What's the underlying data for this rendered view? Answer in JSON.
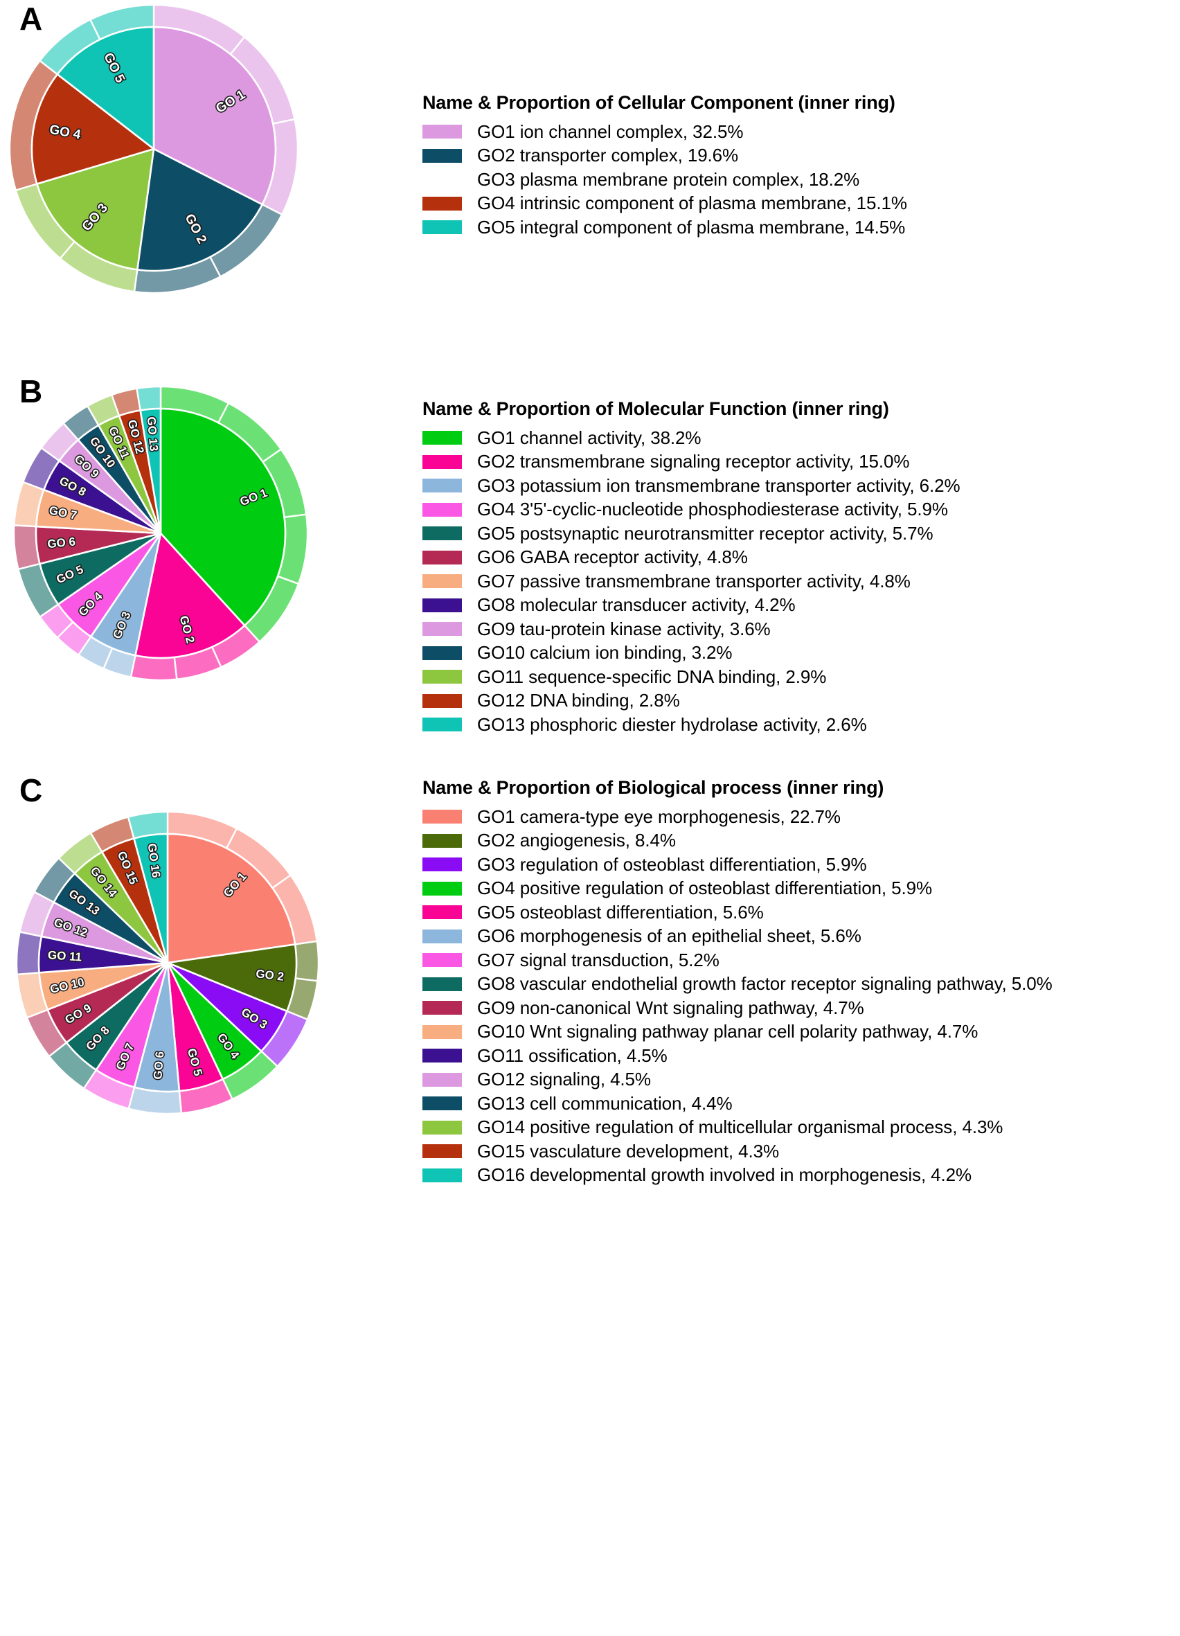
{
  "figure": {
    "background": "#ffffff",
    "panels": [
      "A",
      "B",
      "C"
    ]
  },
  "panel_a": {
    "letter": "A",
    "legend_title": "Name & Proportion of Cellular Component (inner ring)",
    "entries": [
      {
        "key": "GO 1",
        "color": "#DD99E0",
        "label": "GO1 ion channel complex, 32.5%",
        "name": "ion channel complex",
        "value": 32.5
      },
      {
        "key": "GO 2",
        "color": "#0D4D66",
        "label": "GO2 transporter complex, 19.6%",
        "name": "transporter complex",
        "value": 19.6
      },
      {
        "key": "GO 3",
        "color": "#8DC councils",
        "label": "GO3 plasma membrane protein complex, 18.2%",
        "name": "plasma membrane protein complex",
        "value": 18.2
      },
      {
        "key": "GO 4",
        "color": "#B5300C",
        "label": "GO4 intrinsic component of plasma membrane, 15.1%",
        "name": "intrinsic component of plasma membrane",
        "value": 15.1
      },
      {
        "key": "GO 5",
        "color": "#10C4B5",
        "label": "GO5 integral component of plasma membrane, 14.5%",
        "name": "integral component of plasma membrane",
        "value": 14.5
      }
    ]
  },
  "panel_b": {
    "letter": "B",
    "legend_title": "Name & Proportion of Molecular Function (inner ring)",
    "entries": [
      {
        "key": "GO 1",
        "color": "#00CC11",
        "label": "GO1 channel activity, 38.2%",
        "name": "channel activity",
        "value": 38.2
      },
      {
        "key": "GO 2",
        "color": "#FA0496",
        "label": "GO2 transmembrane signaling receptor activity, 15.0%",
        "name": "transmembrane signaling receptor activity",
        "value": 15.0
      },
      {
        "key": "GO 3",
        "color": "#8DB6DC",
        "label": "GO3 potassium ion transmembrane transporter activity, 6.2%",
        "name": "potassium ion transmembrane transporter activity",
        "value": 6.2
      },
      {
        "key": "GO 4",
        "color": "#FA57E5",
        "label": "GO4 3'5'-cyclic-nucleotide phosphodiesterase activity, 5.9%",
        "name": "3'5'-cyclic-nucleotide phosphodiesterase activity",
        "value": 5.9
      },
      {
        "key": "GO 5",
        "color": "#0E6B62",
        "label": "GO5 postsynaptic neurotransmitter receptor activity, 5.7%",
        "name": "postsynaptic neurotransmitter receptor activity",
        "value": 5.7
      },
      {
        "key": "GO 6",
        "color": "#B52A55",
        "label": "GO6 GABA receptor activity, 4.8%",
        "name": "GABA receptor activity",
        "value": 4.8
      },
      {
        "key": "GO 7",
        "color": "#F8AD80",
        "label": "GO7 passive transmembrane transporter activity, 4.8%",
        "name": "passive transmembrane transporter activity",
        "value": 4.8
      },
      {
        "key": "GO 8",
        "color": "#3B1191",
        "label": "GO8 molecular transducer activity, 4.2%",
        "name": "molecular transducer activity",
        "value": 4.2
      },
      {
        "key": "GO 9",
        "color": "#DD99E0",
        "label": "GO9 tau-protein kinase activity, 3.6%",
        "name": "tau-protein kinase activity",
        "value": 3.6
      },
      {
        "key": "GO 10",
        "color": "#0D4D66",
        "label": "GO10 calcium ion binding, 3.2%",
        "name": "calcium ion binding",
        "value": 3.2
      },
      {
        "key": "GO 11",
        "color": "#8DC63F",
        "label": "GO11 sequence-specific DNA binding, 2.9%",
        "name": "sequence-specific DNA binding",
        "value": 2.9
      },
      {
        "key": "GO 12",
        "color": "#B5300C",
        "label": "GO12 DNA binding, 2.8%",
        "name": "DNA binding",
        "value": 2.8
      },
      {
        "key": "GO 13",
        "color": "#10C4B5",
        "label": "GO13 phosphoric diester hydrolase activity, 2.6%",
        "name": "phosphoric diester hydrolase activity",
        "value": 2.6
      }
    ]
  },
  "panel_c": {
    "letter": "C",
    "legend_title": "Name & Proportion of Biological process (inner ring)",
    "entries": [
      {
        "key": "GO 1",
        "color": "#FA8072",
        "label": "GO1 camera-type eye morphogenesis, 22.7%",
        "name": "camera-type eye morphogenesis",
        "value": 22.7
      },
      {
        "key": "GO 2",
        "color": "#4B6B0A",
        "label": "GO2 angiogenesis, 8.4%",
        "name": "angiogenesis",
        "value": 8.4
      },
      {
        "key": "GO 3",
        "color": "#8A0CF5",
        "label": "GO3 regulation of osteoblast differentiation, 5.9%",
        "name": "regulation of osteoblast differentiation",
        "value": 5.9
      },
      {
        "key": "GO 4",
        "color": "#00CC11",
        "label": "GO4 positive regulation of osteoblast differentiation, 5.9%",
        "name": "positive regulation of osteoblast differentiation",
        "value": 5.9
      },
      {
        "key": "GO 5",
        "color": "#FA0496",
        "label": "GO5 osteoblast differentiation, 5.6%",
        "name": "osteoblast differentiation",
        "value": 5.6
      },
      {
        "key": "GO 6",
        "color": "#8DB6DC",
        "label": "GO6 morphogenesis of an epithelial sheet, 5.6%",
        "name": "morphogenesis of an epithelial sheet",
        "value": 5.6
      },
      {
        "key": "GO 7",
        "color": "#FA57E5",
        "label": "GO7 signal transduction, 5.2%",
        "name": "signal transduction",
        "value": 5.2
      },
      {
        "key": "GO 8",
        "color": "#0E6B62",
        "label": "GO8 vascular endothelial growth factor receptor signaling pathway, 5.0%",
        "name": "vascular endothelial growth factor receptor signaling pathway",
        "value": 5.0
      },
      {
        "key": "GO 9",
        "color": "#B52A55",
        "label": "GO9 non-canonical Wnt signaling pathway, 4.7%",
        "name": "non-canonical Wnt signaling pathway",
        "value": 4.7
      },
      {
        "key": "GO 10",
        "color": "#F8AD80",
        "label": "GO10 Wnt signaling pathway planar cell polarity pathway, 4.7%",
        "name": "Wnt signaling pathway planar cell polarity pathway",
        "value": 4.7
      },
      {
        "key": "GO 11",
        "color": "#3B1191",
        "label": "GO11 ossification, 4.5%",
        "name": "ossification",
        "value": 4.5
      },
      {
        "key": "GO 12",
        "color": "#DD99E0",
        "label": "GO12 signaling, 4.5%",
        "name": "signaling",
        "value": 4.5
      },
      {
        "key": "GO 13",
        "color": "#0D4D66",
        "label": "GO13 cell communication, 4.4%",
        "name": "cell communication",
        "value": 4.4
      },
      {
        "key": "GO 14",
        "color": "#8DC63F",
        "label": "GO14 positive regulation of multicellular organismal process, 4.3%",
        "name": "positive regulation of multicellular organismal process",
        "value": 4.3
      },
      {
        "key": "GO 15",
        "color": "#B5300C",
        "label": "GO15 vasculature development, 4.3%",
        "name": "vasculature development",
        "value": 4.3
      },
      {
        "key": "GO 16",
        "color": "#10C4B5",
        "label": "GO16 developmental growth involved in morphogenesis, 4.2%",
        "name": "developmental growth involved in morphogenesis",
        "value": 4.2
      }
    ]
  },
  "chart_data": [
    {
      "type": "pie",
      "panel": "A",
      "title": "Name & Proportion of Cellular Component (inner ring)",
      "note": "Two-ring donut: inner ring = GO term proportion, outer ring = sub-divided gene counts",
      "categories": [
        "ion channel complex",
        "transporter complex",
        "plasma membrane protein complex",
        "intrinsic component of plasma membrane",
        "integral component of plasma membrane"
      ],
      "values": [
        32.5,
        19.6,
        18.2,
        15.1,
        14.5
      ],
      "labels": [
        "GO 1",
        "GO 2",
        "GO 3",
        "GO 4",
        "GO 5"
      ],
      "colors": [
        "#DD99E0",
        "#0D4D66",
        "#8DC63F",
        "#B5300C",
        "#10C4B5"
      ],
      "outer_subdivisions": [
        3,
        2,
        2,
        1,
        2
      ],
      "start_angle": 0,
      "legend_position": "right"
    },
    {
      "type": "pie",
      "panel": "B",
      "title": "Name & Proportion of Molecular Function (inner ring)",
      "note": "Two-ring donut: inner ring = GO term proportion, outer ring = sub-divided gene counts",
      "categories": [
        "channel activity",
        "transmembrane signaling receptor activity",
        "potassium ion transmembrane transporter activity",
        "3'5'-cyclic-nucleotide phosphodiesterase activity",
        "postsynaptic neurotransmitter receptor activity",
        "GABA receptor activity",
        "passive transmembrane transporter activity",
        "molecular transducer activity",
        "tau-protein kinase activity",
        "calcium ion binding",
        "sequence-specific DNA binding",
        "DNA binding",
        "phosphoric diester hydrolase activity"
      ],
      "values": [
        38.2,
        15.0,
        6.2,
        5.9,
        5.7,
        4.8,
        4.8,
        4.2,
        3.6,
        3.2,
        2.9,
        2.8,
        2.6
      ],
      "labels": [
        "GO 1",
        "GO 2",
        "GO 3",
        "GO 4",
        "GO 5",
        "GO 6",
        "GO 7",
        "GO 8",
        "GO 9",
        "GO 10",
        "GO 11",
        "GO 12",
        "GO 13"
      ],
      "colors": [
        "#00CC11",
        "#FA0496",
        "#8DB6DC",
        "#FA57E5",
        "#0E6B62",
        "#B52A55",
        "#F8AD80",
        "#3B1191",
        "#DD99E0",
        "#0D4D66",
        "#8DC63F",
        "#B5300C",
        "#10C4B5"
      ],
      "outer_subdivisions": [
        5,
        3,
        2,
        2,
        1,
        1,
        1,
        1,
        1,
        1,
        1,
        1,
        1
      ],
      "start_angle": 0,
      "legend_position": "right"
    },
    {
      "type": "pie",
      "panel": "C",
      "title": "Name & Proportion of Biological process (inner ring)",
      "note": "Two-ring donut: inner ring = GO term proportion, outer ring = sub-divided gene counts",
      "categories": [
        "camera-type eye morphogenesis",
        "angiogenesis",
        "regulation of osteoblast differentiation",
        "positive regulation of osteoblast differentiation",
        "osteoblast differentiation",
        "morphogenesis of an epithelial sheet",
        "signal transduction",
        "vascular endothelial growth factor receptor signaling pathway",
        "non-canonical Wnt signaling pathway",
        "Wnt signaling pathway planar cell polarity pathway",
        "ossification",
        "signaling",
        "cell communication",
        "positive regulation of multicellular organismal process",
        "vasculature development",
        "developmental growth involved in morphogenesis"
      ],
      "values": [
        22.7,
        8.4,
        5.9,
        5.9,
        5.6,
        5.6,
        5.2,
        5.0,
        4.7,
        4.7,
        4.5,
        4.5,
        4.4,
        4.3,
        4.3,
        4.2
      ],
      "labels": [
        "GO 1",
        "GO 2",
        "GO 3",
        "GO 4",
        "GO 5",
        "GO 6",
        "GO 7",
        "GO 8",
        "GO 9",
        "GO 10",
        "GO 11",
        "GO 12",
        "GO 13",
        "GO 14",
        "GO 15",
        "GO 16"
      ],
      "colors": [
        "#FA8072",
        "#4B6B0A",
        "#8A0CF5",
        "#00CC11",
        "#FA0496",
        "#8DB6DC",
        "#FA57E5",
        "#0E6B62",
        "#B52A55",
        "#F8AD80",
        "#3B1191",
        "#DD99E0",
        "#0D4D66",
        "#8DC63F",
        "#B5300C",
        "#10C4B5"
      ],
      "outer_subdivisions": [
        3,
        2,
        1,
        1,
        1,
        1,
        1,
        1,
        1,
        1,
        1,
        1,
        1,
        1,
        1,
        1
      ],
      "start_angle": 0,
      "legend_position": "right"
    }
  ]
}
